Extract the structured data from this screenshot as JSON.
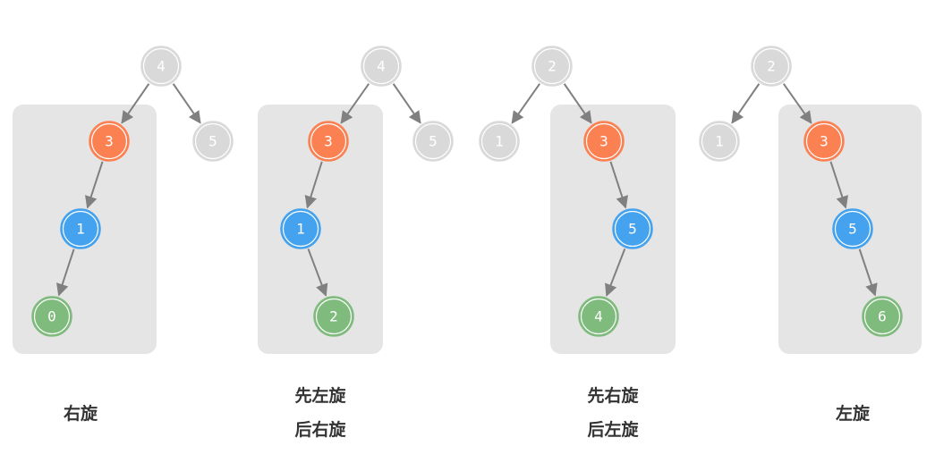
{
  "colors": {
    "panel": "#e5e5e5",
    "gray_node": "#d9d9d9",
    "gray_text": "#ffffff",
    "orange": "#fb8052",
    "blue": "#44a2ee",
    "green": "#7fbb7d",
    "edge": "#808080",
    "text": "#ffffff"
  },
  "diagrams": [
    {
      "id": "right-rotation",
      "captions": [
        "右旋"
      ],
      "nodes": [
        {
          "id": "n4",
          "label": "4",
          "color": "gray"
        },
        {
          "id": "n5",
          "label": "5",
          "color": "gray"
        },
        {
          "id": "n3",
          "label": "3",
          "color": "orange"
        },
        {
          "id": "n1",
          "label": "1",
          "color": "blue"
        },
        {
          "id": "n0",
          "label": "0",
          "color": "green"
        }
      ],
      "edges": [
        [
          "n4",
          "n3"
        ],
        [
          "n4",
          "n5"
        ],
        [
          "n3",
          "n1"
        ],
        [
          "n1",
          "n0"
        ]
      ]
    },
    {
      "id": "left-right-rotation",
      "captions": [
        "先左旋",
        "后右旋"
      ],
      "nodes": [
        {
          "id": "n4",
          "label": "4",
          "color": "gray"
        },
        {
          "id": "n5",
          "label": "5",
          "color": "gray"
        },
        {
          "id": "n3",
          "label": "3",
          "color": "orange"
        },
        {
          "id": "n1",
          "label": "1",
          "color": "blue"
        },
        {
          "id": "n2",
          "label": "2",
          "color": "green"
        }
      ],
      "edges": [
        [
          "n4",
          "n3"
        ],
        [
          "n4",
          "n5"
        ],
        [
          "n3",
          "n1"
        ],
        [
          "n1",
          "n2"
        ]
      ]
    },
    {
      "id": "right-left-rotation",
      "captions": [
        "先右旋",
        "后左旋"
      ],
      "nodes": [
        {
          "id": "n2",
          "label": "2",
          "color": "gray"
        },
        {
          "id": "n1",
          "label": "1",
          "color": "gray"
        },
        {
          "id": "n3",
          "label": "3",
          "color": "orange"
        },
        {
          "id": "n5",
          "label": "5",
          "color": "blue"
        },
        {
          "id": "n4",
          "label": "4",
          "color": "green"
        }
      ],
      "edges": [
        [
          "n2",
          "n1"
        ],
        [
          "n2",
          "n3"
        ],
        [
          "n3",
          "n5"
        ],
        [
          "n5",
          "n4"
        ]
      ]
    },
    {
      "id": "left-rotation",
      "captions": [
        "左旋"
      ],
      "nodes": [
        {
          "id": "n2",
          "label": "2",
          "color": "gray"
        },
        {
          "id": "n1",
          "label": "1",
          "color": "gray"
        },
        {
          "id": "n3",
          "label": "3",
          "color": "orange"
        },
        {
          "id": "n5",
          "label": "5",
          "color": "blue"
        },
        {
          "id": "n6",
          "label": "6",
          "color": "green"
        }
      ],
      "edges": [
        [
          "n2",
          "n1"
        ],
        [
          "n2",
          "n3"
        ],
        [
          "n3",
          "n5"
        ],
        [
          "n5",
          "n6"
        ]
      ]
    }
  ]
}
